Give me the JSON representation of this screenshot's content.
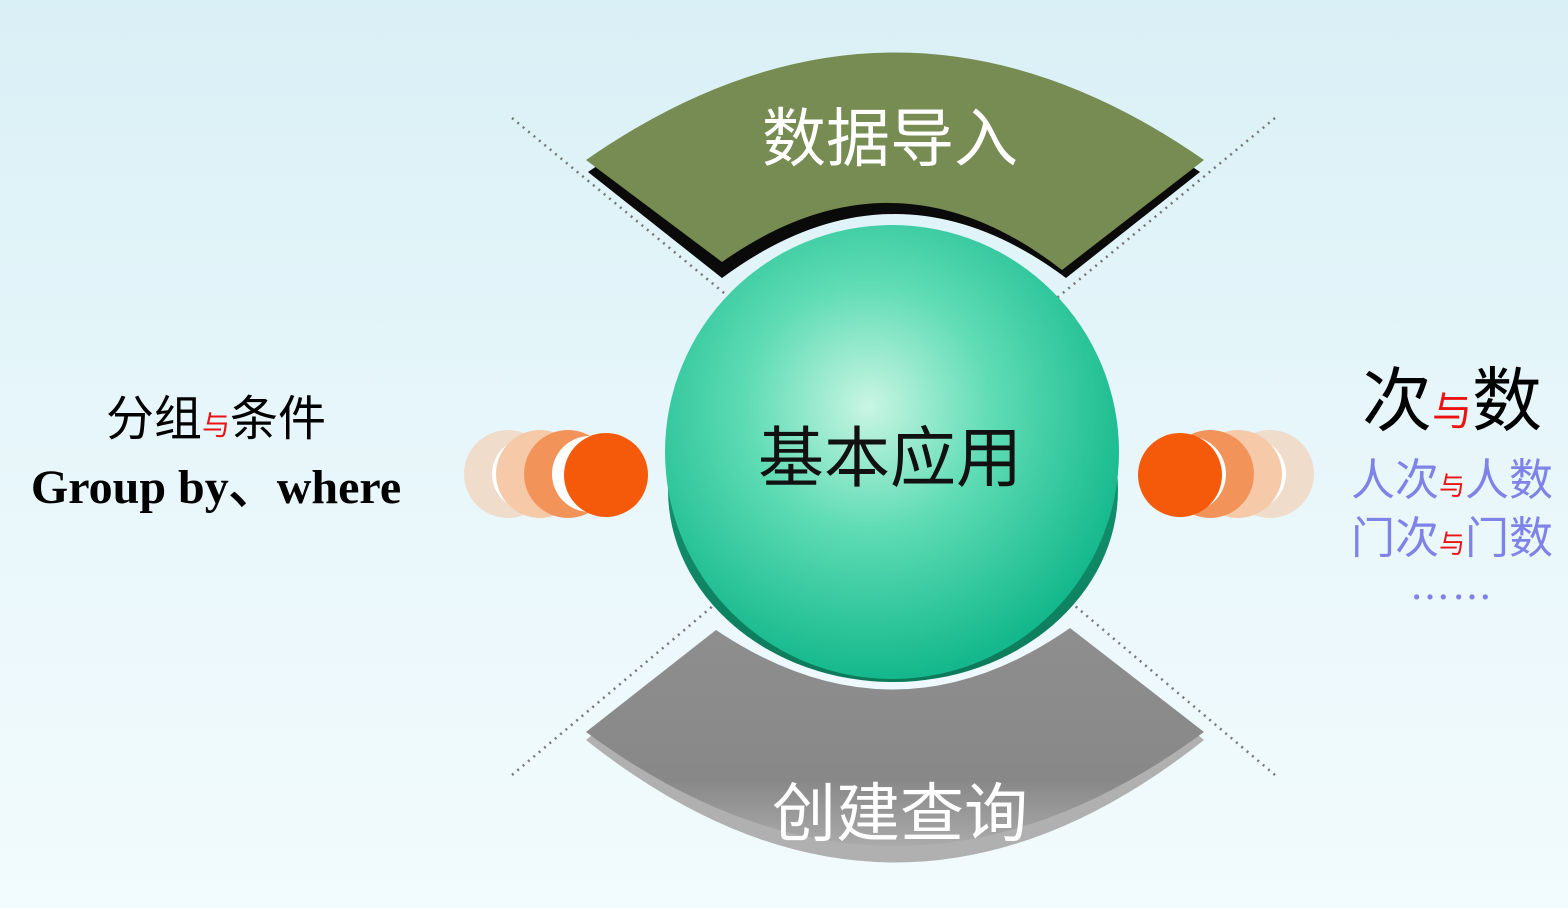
{
  "center": {
    "label": "基本应用"
  },
  "top_segment": {
    "label": "数据导入",
    "color": "#768c52"
  },
  "bottom_segment": {
    "label": "创建查询",
    "color": "#8a8a8a"
  },
  "left_topic": {
    "line1_a": "分组",
    "line1_sep": "与",
    "line1_b": "条件",
    "line2": "Group by、where"
  },
  "right_topic": {
    "title_a": "次",
    "title_sep": "与",
    "title_b": "数",
    "item1_a": "人次",
    "item1_sep": "与",
    "item1_b": "人数",
    "item2_a": "门次",
    "item2_sep": "与",
    "item2_b": "门数",
    "ellipsis": "……"
  },
  "colors": {
    "accent_orange": "#f55a0a",
    "fade_orange": "#f2935a",
    "pale_orange": "#f6c9a8",
    "palest_orange": "#f0dccb",
    "teal": "#21c79a",
    "separator_red": "#ee1111",
    "sub_text_blue": "#7f82e6"
  }
}
